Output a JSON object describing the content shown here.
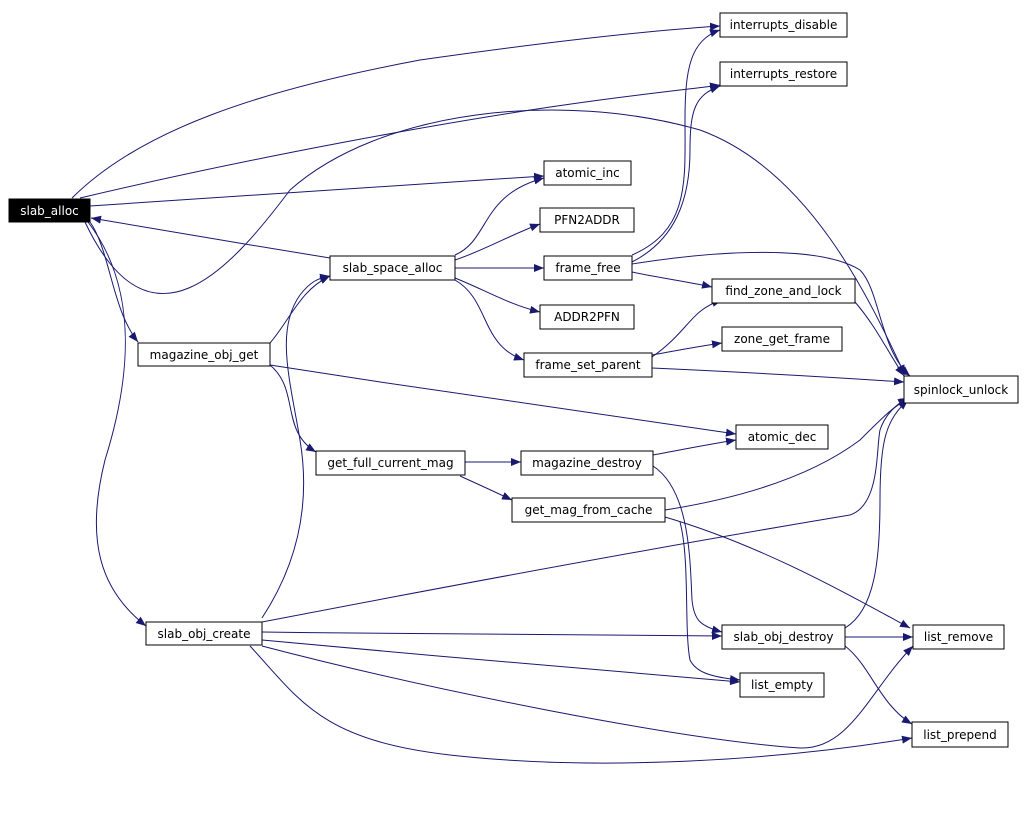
{
  "colors": {
    "edge": "#191970",
    "root_fill": "#000000",
    "root_text": "#ffffff",
    "node_fill": "#ffffff",
    "node_border": "#000000"
  },
  "nodes": {
    "slab_alloc": "slab_alloc",
    "magazine_obj_get": "magazine_obj_get",
    "slab_obj_create": "slab_obj_create",
    "slab_space_alloc": "slab_space_alloc",
    "get_full_current_mag": "get_full_current_mag",
    "magazine_destroy": "magazine_destroy",
    "get_mag_from_cache": "get_mag_from_cache",
    "interrupts_disable": "interrupts_disable",
    "interrupts_restore": "interrupts_restore",
    "atomic_inc": "atomic_inc",
    "PFN2ADDR": "PFN2ADDR",
    "frame_free": "frame_free",
    "ADDR2PFN": "ADDR2PFN",
    "frame_set_parent": "frame_set_parent",
    "find_zone_and_lock": "find_zone_and_lock",
    "zone_get_frame": "zone_get_frame",
    "spinlock_unlock": "spinlock_unlock",
    "atomic_dec": "atomic_dec",
    "slab_obj_destroy": "slab_obj_destroy",
    "list_remove": "list_remove",
    "list_empty": "list_empty",
    "list_prepend": "list_prepend"
  },
  "edges": [
    [
      "slab_alloc",
      "interrupts_disable"
    ],
    [
      "slab_alloc",
      "interrupts_restore"
    ],
    [
      "slab_alloc",
      "atomic_inc"
    ],
    [
      "slab_alloc",
      "magazine_obj_get"
    ],
    [
      "slab_alloc",
      "slab_obj_create"
    ],
    [
      "slab_alloc",
      "spinlock_unlock"
    ],
    [
      "slab_space_alloc",
      "slab_alloc"
    ],
    [
      "slab_space_alloc",
      "atomic_inc"
    ],
    [
      "slab_space_alloc",
      "PFN2ADDR"
    ],
    [
      "slab_space_alloc",
      "frame_free"
    ],
    [
      "slab_space_alloc",
      "ADDR2PFN"
    ],
    [
      "slab_space_alloc",
      "frame_set_parent"
    ],
    [
      "frame_free",
      "interrupts_disable"
    ],
    [
      "frame_free",
      "interrupts_restore"
    ],
    [
      "frame_free",
      "find_zone_and_lock"
    ],
    [
      "frame_free",
      "spinlock_unlock"
    ],
    [
      "frame_set_parent",
      "find_zone_and_lock"
    ],
    [
      "frame_set_parent",
      "zone_get_frame"
    ],
    [
      "frame_set_parent",
      "spinlock_unlock"
    ],
    [
      "find_zone_and_lock",
      "spinlock_unlock"
    ],
    [
      "magazine_obj_get",
      "slab_space_alloc"
    ],
    [
      "magazine_obj_get",
      "get_full_current_mag"
    ],
    [
      "magazine_obj_get",
      "atomic_dec"
    ],
    [
      "get_full_current_mag",
      "magazine_destroy"
    ],
    [
      "get_full_current_mag",
      "get_mag_from_cache"
    ],
    [
      "magazine_destroy",
      "atomic_dec"
    ],
    [
      "magazine_destroy",
      "slab_obj_destroy"
    ],
    [
      "get_mag_from_cache",
      "spinlock_unlock"
    ],
    [
      "get_mag_from_cache",
      "list_empty"
    ],
    [
      "get_mag_from_cache",
      "list_remove"
    ],
    [
      "slab_obj_create",
      "slab_space_alloc"
    ],
    [
      "slab_obj_create",
      "spinlock_unlock"
    ],
    [
      "slab_obj_create",
      "slab_obj_destroy"
    ],
    [
      "slab_obj_create",
      "list_empty"
    ],
    [
      "slab_obj_create",
      "list_remove"
    ],
    [
      "slab_obj_create",
      "list_prepend"
    ],
    [
      "slab_obj_destroy",
      "spinlock_unlock"
    ],
    [
      "slab_obj_destroy",
      "list_remove"
    ],
    [
      "slab_obj_destroy",
      "list_prepend"
    ]
  ]
}
